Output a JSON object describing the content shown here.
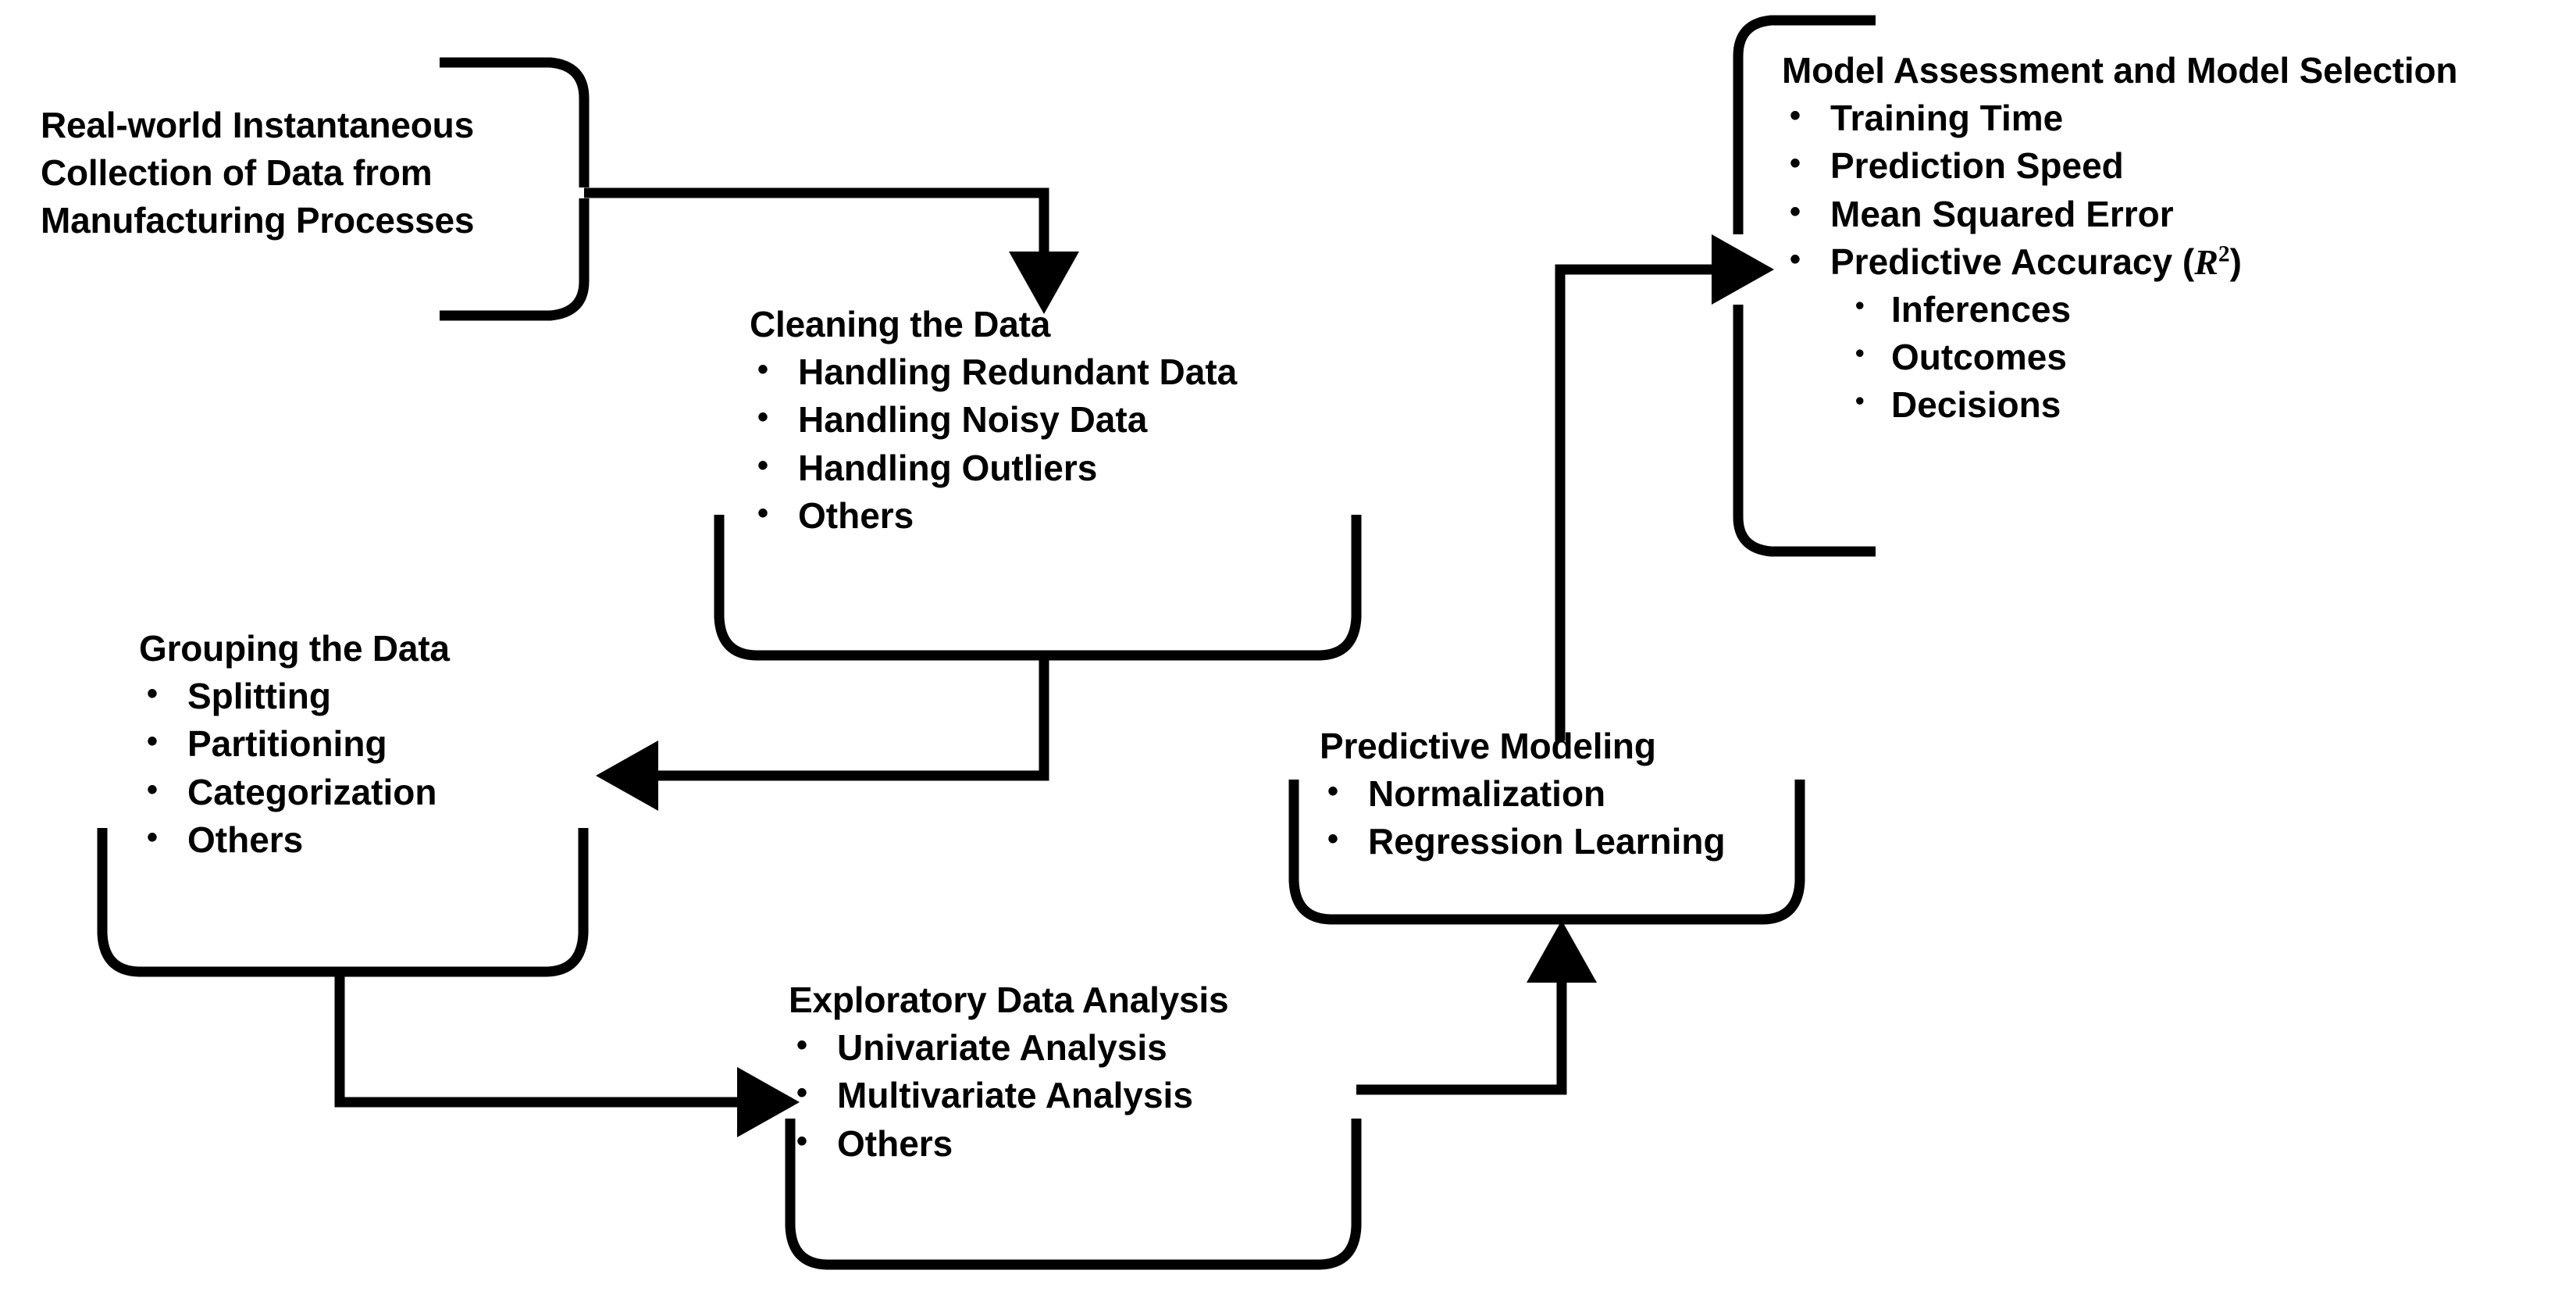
{
  "diagram": {
    "title": "Data-driven predictive modeling workflow for manufacturing processes",
    "stroke_color": "#000000",
    "background_color": "#ffffff",
    "nodes": [
      {
        "id": "source",
        "title": "Real-world Instantaneous Collection of Data from Manufacturing Processes",
        "bullets": []
      },
      {
        "id": "cleaning",
        "title": "Cleaning the Data",
        "bullets": [
          "Handling Redundant Data",
          "Handling Noisy Data",
          "Handling Outliers",
          "Others"
        ]
      },
      {
        "id": "grouping",
        "title": "Grouping the Data",
        "bullets": [
          "Splitting",
          "Partitioning",
          "Categorization",
          "Others"
        ]
      },
      {
        "id": "eda",
        "title": "Exploratory Data Analysis",
        "bullets": [
          "Univariate Analysis",
          "Multivariate Analysis",
          "Others"
        ]
      },
      {
        "id": "modeling",
        "title": "Predictive Modeling",
        "bullets": [
          "Normalization",
          "Regression Learning"
        ]
      },
      {
        "id": "assessment",
        "title": "Model Assessment and Model Selection",
        "bullets": [
          "Training Time",
          "Prediction Speed",
          "Mean Squared Error",
          "Predictive Accuracy (R2)"
        ],
        "bullet_prefix_last": "Predictive Accuracy (",
        "bullet_symbol_last": "R",
        "bullet_superscript_last": "2",
        "bullet_suffix_last": ")",
        "sub_bullets": [
          "Inferences",
          "Outcomes",
          "Decisions"
        ]
      }
    ],
    "edges": [
      {
        "from": "source",
        "to": "cleaning",
        "label": ""
      },
      {
        "from": "cleaning",
        "to": "grouping",
        "label": ""
      },
      {
        "from": "grouping",
        "to": "eda",
        "label": ""
      },
      {
        "from": "eda",
        "to": "modeling",
        "label": ""
      },
      {
        "from": "modeling",
        "to": "assessment",
        "label": ""
      }
    ]
  }
}
